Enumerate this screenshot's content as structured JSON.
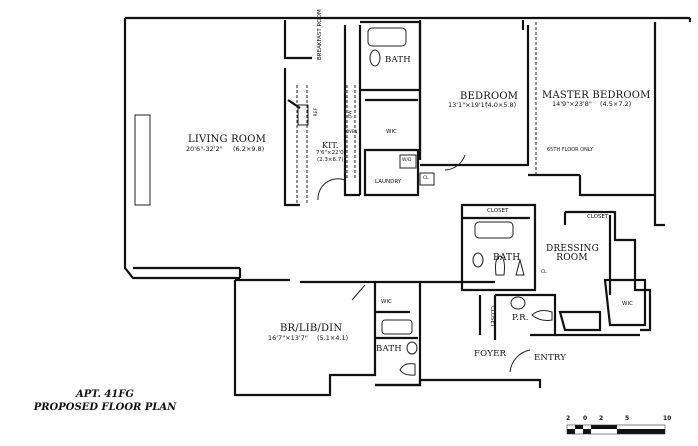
{
  "rooms": {
    "living_room": {
      "name": "LIVING ROOM",
      "dims": "20'6\"-32'2\"",
      "metric": "(6.2×9.8)"
    },
    "breakfast_room": {
      "name": "BREAKFAST ROOM"
    },
    "kitchen": {
      "name": "KIT.",
      "dims": "7'6\"×22'0\"",
      "metric": "(2.3×6.7)"
    },
    "bath_top": {
      "name": "BATH"
    },
    "wic_top": {
      "name": "WIC"
    },
    "laundry": {
      "name": "LAUNDRY"
    },
    "wd": {
      "name": "W/D"
    },
    "cl_top": {
      "name": "CL"
    },
    "ref": {
      "name": "REF"
    },
    "dw": {
      "name": "DW"
    },
    "oven": {
      "name": "OVEN"
    },
    "bedroom": {
      "name": "BEDROOM",
      "dims": "13'1\"×19'1\"",
      "metric": "(4.0×5.8)"
    },
    "master_bedroom": {
      "name": "MASTER BEDROOM",
      "dims": "14'9\"×23'8\"",
      "metric": "(4.5×7.2)"
    },
    "floor_note": "65TH FLOOR ONLY",
    "closet_1": {
      "name": "CLOSET"
    },
    "closet_2": {
      "name": "CLOSET"
    },
    "closet_3": {
      "name": "CLOSET"
    },
    "dressing_room": {
      "name": "DRESSING ROOM"
    },
    "bath_mid": {
      "name": "BATH"
    },
    "cl_mid": {
      "name": "CL"
    },
    "wic_right": {
      "name": "WIC"
    },
    "powder_room": {
      "name": "P.R."
    },
    "foyer": {
      "name": "FOYER"
    },
    "entry": {
      "name": "ENTRY"
    },
    "br_lib_din": {
      "name": "BR/LIB/DIN",
      "dims": "16'7\"×13'7\"",
      "metric": "(5.1×4.1)"
    },
    "wic_bottom": {
      "name": "WIC"
    },
    "bath_bottom": {
      "name": "BATH"
    }
  },
  "title": {
    "line1": "APT. 41FG",
    "line2": "PROPOSED FLOOR PLAN"
  },
  "scale_bar": {
    "ticks": [
      "2",
      "0",
      "2",
      "5",
      "10"
    ]
  }
}
